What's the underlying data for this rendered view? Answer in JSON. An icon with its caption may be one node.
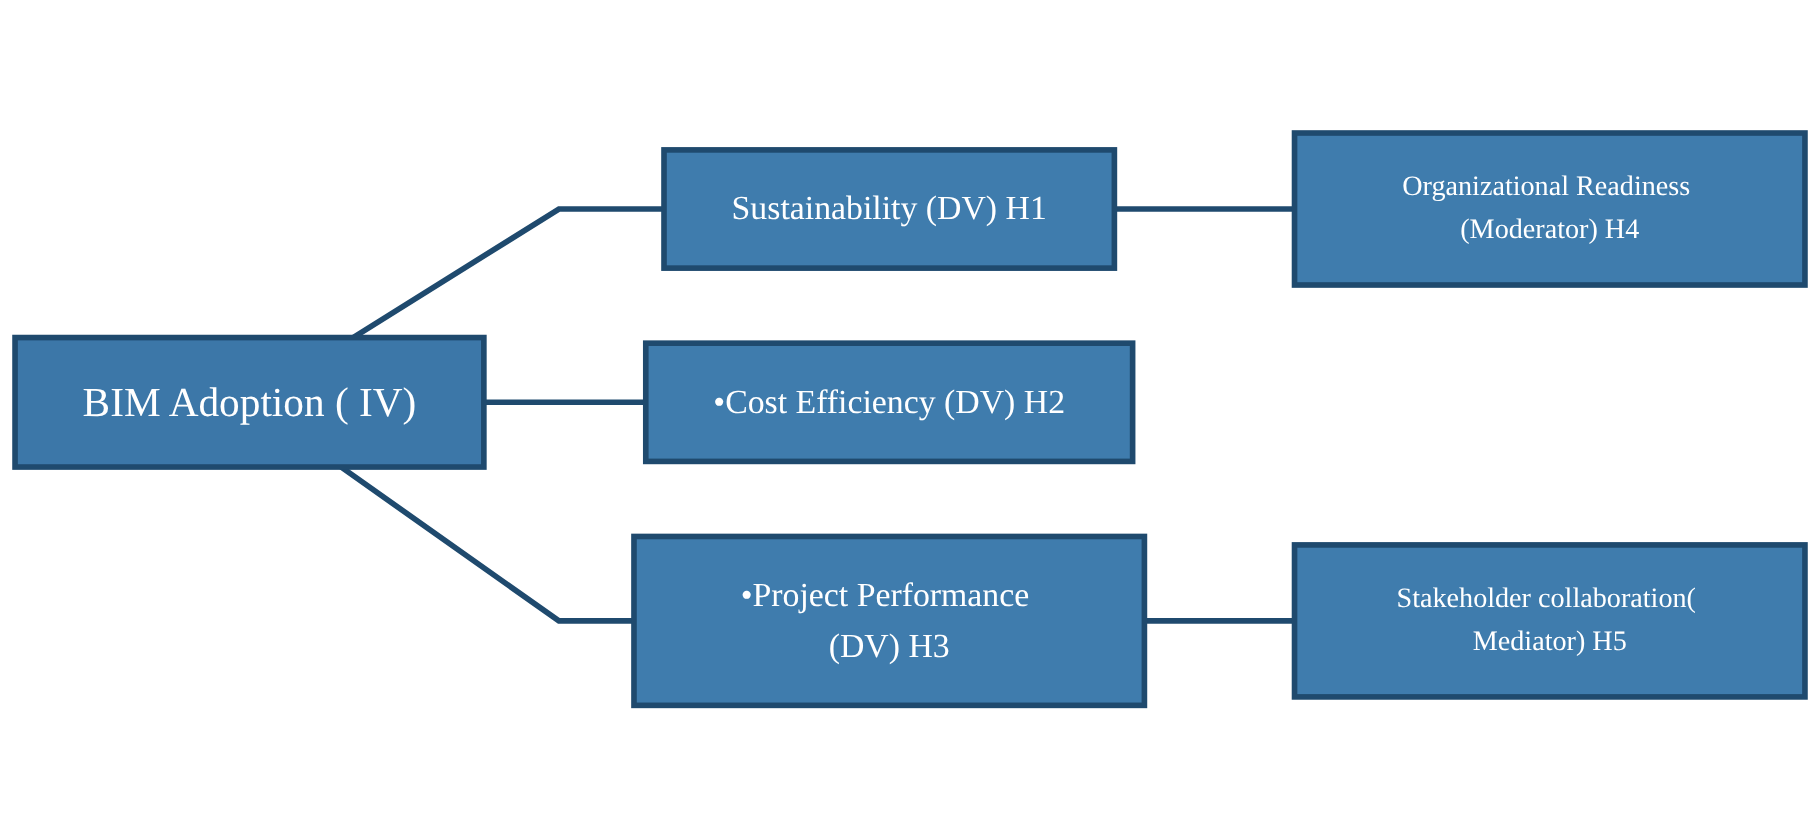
{
  "diagram": {
    "nodes": [
      {
        "text": [
          "BIM Adoption ( IV)"
        ]
      },
      {
        "text": [
          "Sustainability (DV) H1"
        ]
      },
      {
        "text": [
          "Organizational Readiness (Moderator) H4"
        ]
      },
      {
        "text": [
          "•Cost Efficiency (DV) H2"
        ]
      },
      {
        "text": [
          "•Project Performance (DV) H3"
        ]
      },
      {
        "text": [
          "Stakeholder collaboration( Mediator) H5"
        ]
      }
    ],
    "edges": [
      {
        "from": 0,
        "to": 1,
        "arrow": "none"
      },
      {
        "from": 1,
        "to": 2,
        "arrow": "none"
      },
      {
        "from": 0,
        "to": 3,
        "arrow": "none"
      },
      {
        "from": 0,
        "to": 4,
        "arrow": "none"
      },
      {
        "from": 4,
        "to": 5,
        "arrow": "none"
      }
    ]
  }
}
